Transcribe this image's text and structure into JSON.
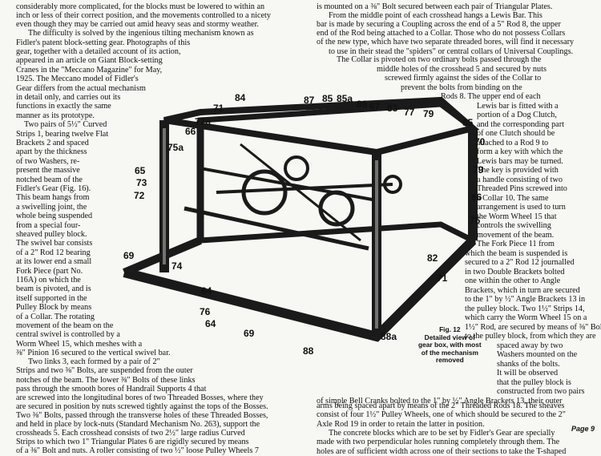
{
  "left_column": {
    "lines": [
      "considerably more complicated, for the blocks must be lowered to within an",
      "inch or less of their correct position, and the movements controlled to a nicety",
      "even though they may be carried out amid heavy seas and stormy weather.",
      "The difficulty is solved by the ingenious tilting mechanism known as",
      "Fidler's patent block-setting gear.  Photographs of this",
      "gear, together with a detailed account of its action,",
      "appeared in an article on Giant Block-setting",
      "Cranes in the \"Meccano Magazine\" for May,",
      "1925.  The Meccano model of Fidler's",
      "Gear differs from the actual mechanism",
      "in detail only, and carries out its",
      "functions in exactly the same",
      "manner as its prototype.",
      "Two pairs of 5½\" Curved",
      "Strips 1, bearing twelve Flat",
      "Brackets 2 and spaced",
      "apart by the thickness",
      "of two Washers, re-",
      "present the massive",
      "notched beam of the",
      "Fidler's Gear (Fig. 16).",
      "This beam hangs from",
      "a swivelling joint, the",
      "whole being suspended",
      "from a special four-",
      "sheaved pulley block.",
      "The swivel bar consists",
      "of a 2\" Rod 12 bearing",
      "at its lower end a small",
      "Fork Piece (part No.",
      "116A) on which the",
      "beam is pivoted, and is",
      "itself supported in the",
      "Pulley Block by means",
      "of a Collar.  The rotating",
      "movement of the beam on the",
      "central swivel is controlled by a",
      "Worm Wheel 15, which meshes with a",
      "⅜\" Pinion 16 secured to the vertical swivel bar.",
      "Two links 3, each formed by a pair of 2\"",
      "Strips and two ⅜\" Bolts, are suspended from the outer",
      "notches of the beam.  The lower ⅜\" Bolts of these links",
      "pass through the smooth bores of Handrail Supports 4 that",
      "are screwed into the longitudinal bores of two Threaded Bosses, where they",
      "are secured in position by nuts screwed tightly against the tops of the Bosses.",
      "Two ⅜\" Bolts, passed through the transverse holes of these Threaded Bosses,",
      "and held in place by lock-nuts (Standard Mechanism No. 263), support the",
      "crossheads 5.  Each crosshead consists of two 2½\" large radius Curved",
      "Strips to which two 1\" Triangular Plates 6 are rigidly secured by means",
      "of a ⅜\" Bolt and nuts.  A roller consisting of two ½\" loose Pulley Wheels 7"
    ]
  },
  "right_column": {
    "lines": [
      "is mounted on a ⅜\" Bolt secured between each pair of Triangular Plates.",
      "From the middle point of each crosshead hangs a Lewis Bar.  This",
      "bar is made by securing a Coupling across the end of a 5\" Rod 8, the upper",
      "end of the Rod being attached to a Collar.  Those who do not possess Collars",
      "of the new type, which have two separate threaded bores, will find it necessary",
      "to use in their stead the \"spiders\" or central collars of Universal Couplings.",
      "The Collar is pivoted on two ordinary bolts passed through the",
      "middle holes of the crosshead 5 and secured by nuts",
      "screwed firmly against the sides of the Collar to",
      "prevent the bolts from binding on the",
      "Rods 8.  The upper end of each",
      "Lewis bar is fitted with a",
      "portion of a Dog Clutch,",
      "and the corresponding part",
      "of one Clutch should be",
      "attached to a Rod 9 to",
      "form a key with which the",
      "Lewis bars may be turned.",
      "The key is provided with",
      "a handle consisting of two",
      "Threaded Pins screwed into",
      "a Collar 10.  The same",
      "arrangement is used to turn",
      "the Worm Wheel 15 that",
      "controls the swivelling",
      "movement of the beam.",
      "The Fork Piece 11 from",
      "which the beam is suspended is",
      "secured to a 2\" Rod 12 journalled",
      "in two Double Brackets bolted",
      "one within the other to Angle",
      "Brackets, which in turn are secured",
      "to the 1\" by ½\" Angle Brackets 13 in",
      "the pulley block.  Two 1½\" Strips 14,",
      "which carry the Worm Wheel 15 on a",
      "1½\" Rod, are secured by means of ⅜\" Bolts",
      "to the pulley block, from which they are",
      "spaced away by two",
      "Washers mounted on the",
      "shanks of the bolts.",
      "It will be observed",
      "that the pulley block is",
      "constructed from two pairs",
      "of simple Bell Cranks bolted to the 1\" by ½\" Angle Brackets 13, their outer",
      "arms being spaced apart by means of the 2\" Threaded Rods 18.  The sheaves",
      "consist of four 1½\" Pulley Wheels, one of which should be secured to the 2\"",
      "Axle Rod 19 in order to retain the latter in position.",
      "The concrete blocks which are to be set by Fidler's Gear are specially",
      "made with two perpendicular holes running completely through them.  The",
      "holes are of sufficient width across one of their sections to take the T-shaped"
    ]
  },
  "figure": {
    "caption": [
      "Fig. 12",
      "Detailed view of",
      "gear box, with most",
      "of the mechanism",
      "removed"
    ],
    "labels": [
      "84",
      "87",
      "85",
      "85a",
      "86",
      "67",
      "83",
      "77",
      "79",
      "85",
      "71",
      "77a",
      "66",
      "75a",
      "70",
      "79",
      "65",
      "73",
      "72",
      "66",
      "75",
      "82",
      "71",
      "69",
      "74",
      "64",
      "76",
      "64",
      "69",
      "88",
      "88a"
    ]
  },
  "page_number": "Page 9"
}
